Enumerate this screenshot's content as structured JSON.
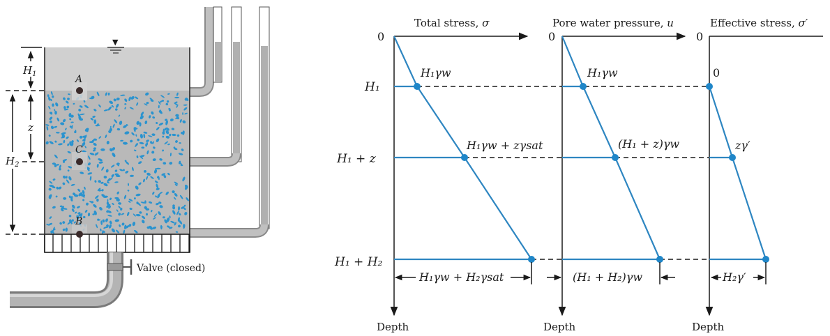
{
  "tank": {
    "water_symbol": "▼",
    "points": {
      "A": "A",
      "B": "B",
      "C": "C"
    },
    "dim_labels": {
      "H1": "H",
      "H1_sub": "1",
      "z": "z",
      "H2": "H",
      "H2_sub": "2"
    },
    "valve_label": "Valve (closed)"
  },
  "plots": {
    "total": {
      "title": "Total stress, ",
      "title_symbol": "σ",
      "origin": "0",
      "depth": "Depth"
    },
    "pore": {
      "title": "Pore water pressure, ",
      "title_symbol": "u",
      "origin": "0",
      "depth": "Depth"
    },
    "effective": {
      "title": "Effective stress, ",
      "title_symbol": "σ′",
      "origin": "0",
      "depth": "Depth"
    }
  },
  "depth_labels": {
    "h1": "H₁",
    "h1z": "H₁ + z",
    "h1h2": "H₁ + H₂"
  },
  "annotations": {
    "total_h1": "H₁γw",
    "total_h1z": "H₁γw + zγsat",
    "total_bottom": "H₁γw + H₂γsat",
    "pore_h1": "H₁γw",
    "pore_h1z": "(H₁ + z)γw",
    "pore_bottom": "(H₁ + H₂)γw",
    "eff_h1": "0",
    "eff_h1z": "zγ′",
    "eff_bottom": "H₂γ′"
  },
  "colors": {
    "water": "#d0d0d0",
    "soil": "#b7b7b7",
    "grain": "#2a93cf",
    "line": "#2e86c1",
    "pipe": "#a9a9a9"
  }
}
